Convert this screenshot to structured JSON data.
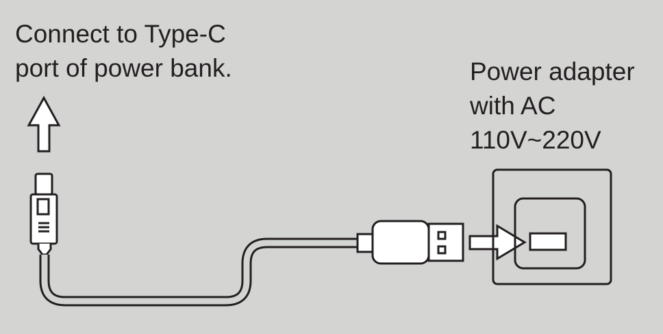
{
  "type_c_note": {
    "line1": "Connect to Type-C",
    "line2": "port of power bank."
  },
  "adapter_note": {
    "line1": "Power adapter",
    "line2": "with AC",
    "line3": "110V~220V"
  },
  "colors": {
    "background": "#d4d4d3",
    "stroke": "#231f20",
    "fill_white": "#ffffff"
  },
  "icons": [
    "up-arrow-icon",
    "type-c-connector-icon",
    "usb-a-plug-icon",
    "right-arrow-icon",
    "wall-outlet-icon"
  ]
}
